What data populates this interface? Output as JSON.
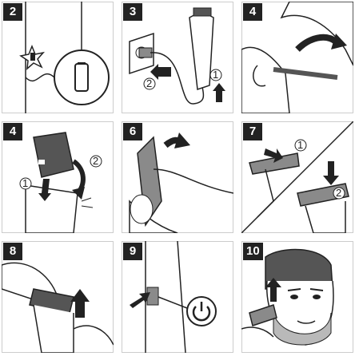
{
  "colors": {
    "ink": "#222222",
    "skin": "#ffffff",
    "device": "#8a8a8a",
    "device_dark": "#555555",
    "beard": "#b9b9b9"
  },
  "panels": [
    {
      "step": "2",
      "callouts": []
    },
    {
      "step": "3",
      "callouts": [
        "1",
        "2"
      ]
    },
    {
      "step": "4",
      "callouts": []
    },
    {
      "step": "4",
      "callouts": [
        "1",
        "2"
      ]
    },
    {
      "step": "6",
      "callouts": []
    },
    {
      "step": "7",
      "callouts": [
        "1",
        "2"
      ]
    },
    {
      "step": "8",
      "callouts": []
    },
    {
      "step": "9",
      "callouts": []
    },
    {
      "step": "10",
      "callouts": []
    }
  ],
  "icons": [
    "charging-indicator-icon",
    "power-button-icon",
    "wall-socket-icon"
  ]
}
